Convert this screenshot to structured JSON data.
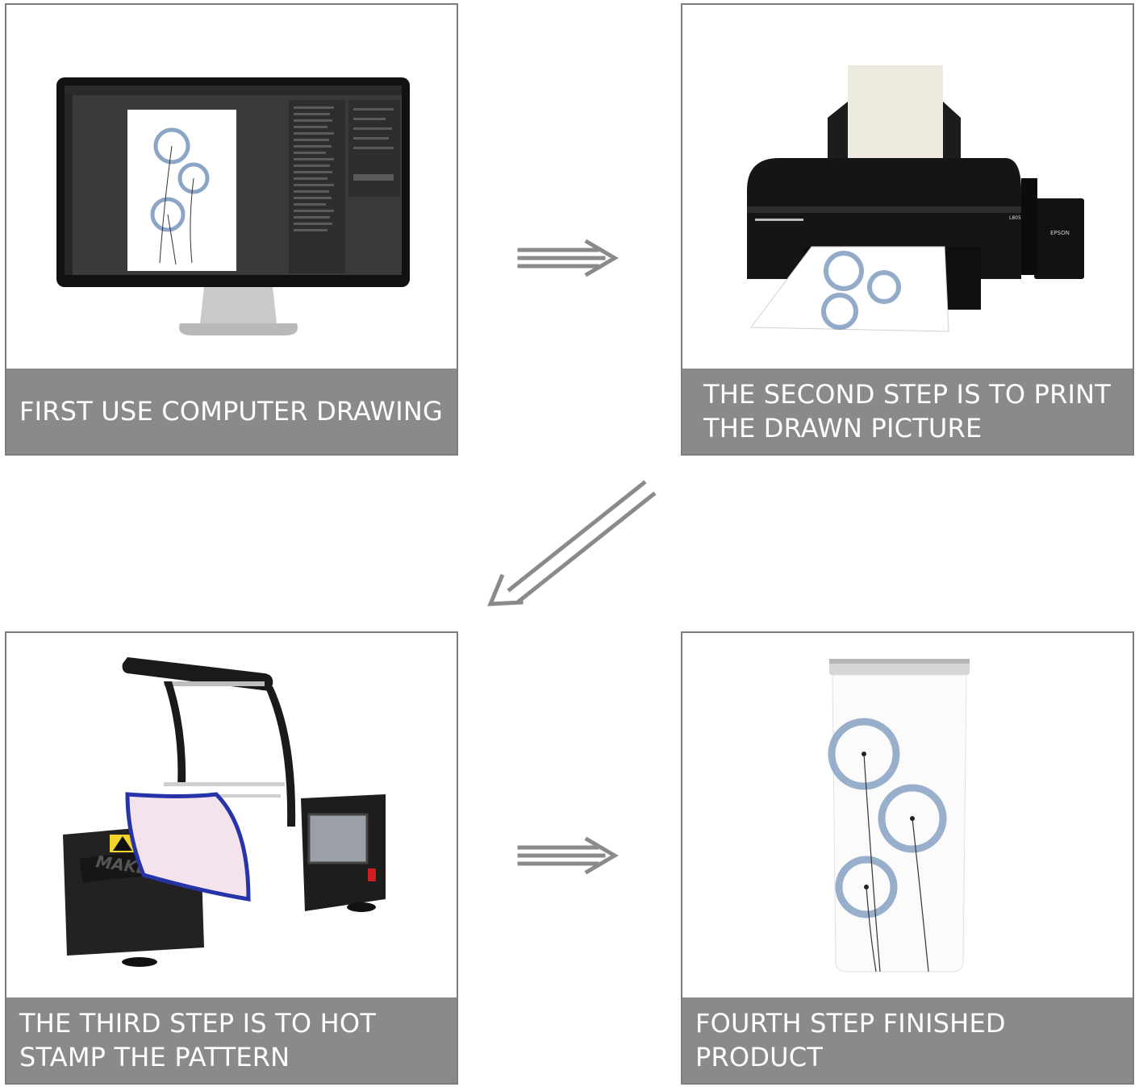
{
  "steps": [
    {
      "caption": "FIRST USE COMPUTER DRAWING",
      "icon": "monitor-illustration"
    },
    {
      "caption": "THE SECOND STEP IS TO PRINT\nTHE DRAWN PICTURE",
      "icon": "printer-illustration"
    },
    {
      "caption": "THE THIRD STEP IS TO HOT\nSTAMP THE PATTERN",
      "icon": "heat-press-illustration"
    },
    {
      "caption": "FOURTH STEP FINISHED PRODUCT",
      "icon": "tumbler-illustration"
    }
  ],
  "printer": {
    "brand": "EPSON"
  },
  "press": {
    "brand": "MAKESUB"
  },
  "colors": {
    "caption_bg": "#8a8a8a",
    "border": "#7d7d7d",
    "arrow": "#8a8a8a",
    "artwork_blue": "#6f8fb8"
  }
}
